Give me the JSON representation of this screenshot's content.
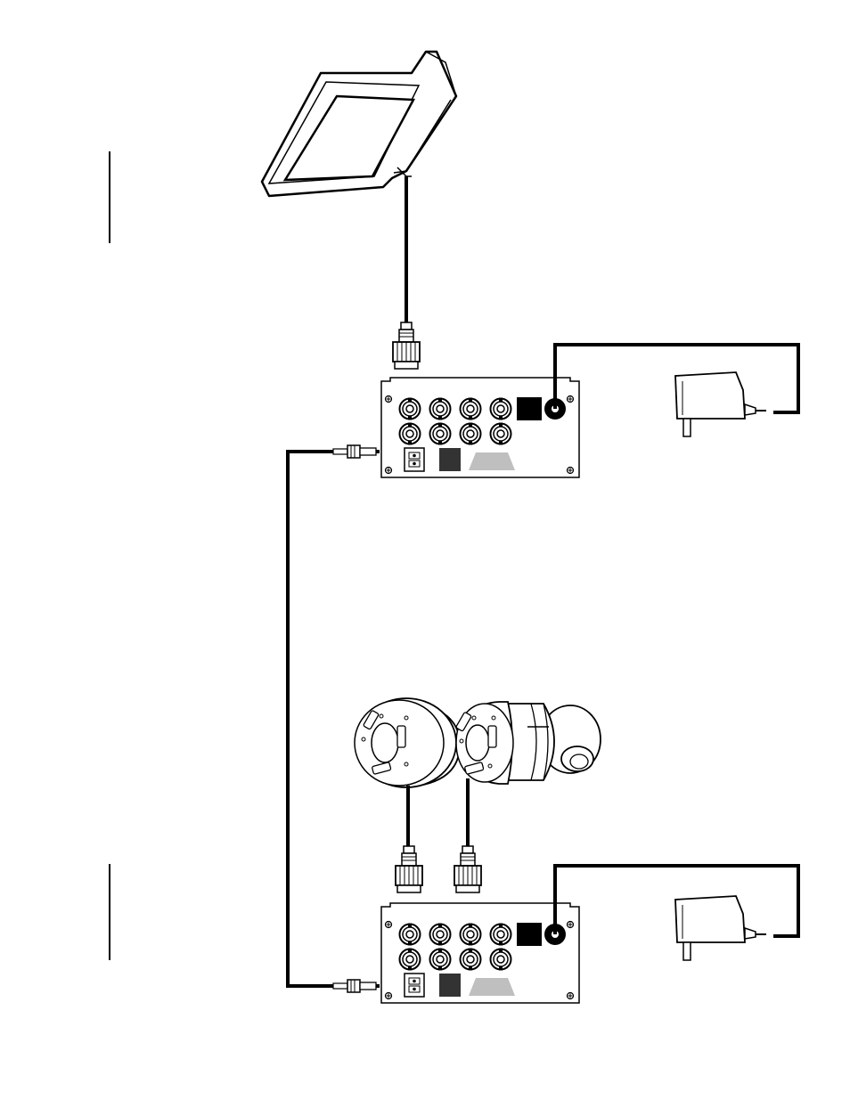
{
  "diagram": {
    "colors": {
      "ink": "#000000",
      "paper": "#ffffff",
      "panel_grey": "#bfbfbf",
      "dark_port": "#333333"
    },
    "components": [
      {
        "id": "monitor",
        "kind": "monitor-icon"
      },
      {
        "id": "transceiver-top",
        "kind": "fiber-transceiver-icon",
        "bnc_ports": 8
      },
      {
        "id": "transceiver-bottom",
        "kind": "fiber-transceiver-icon",
        "bnc_ports": 8
      },
      {
        "id": "power-adapter-top",
        "kind": "power-adapter-icon"
      },
      {
        "id": "power-adapter-bottom",
        "kind": "power-adapter-icon"
      },
      {
        "id": "dome-camera",
        "kind": "dome-camera-icon"
      },
      {
        "id": "ptz-camera",
        "kind": "ptz-camera-icon"
      }
    ],
    "connections": [
      {
        "from": "monitor",
        "to": "transceiver-top",
        "kind": "coax-bnc"
      },
      {
        "from": "power-adapter-top",
        "to": "transceiver-top",
        "kind": "power"
      },
      {
        "from": "transceiver-top",
        "to": "transceiver-bottom",
        "kind": "fiber"
      },
      {
        "from": "dome-camera",
        "to": "transceiver-bottom",
        "kind": "coax-bnc"
      },
      {
        "from": "ptz-camera",
        "to": "transceiver-bottom",
        "kind": "coax-bnc"
      },
      {
        "from": "power-adapter-bottom",
        "to": "transceiver-bottom",
        "kind": "power"
      }
    ]
  }
}
